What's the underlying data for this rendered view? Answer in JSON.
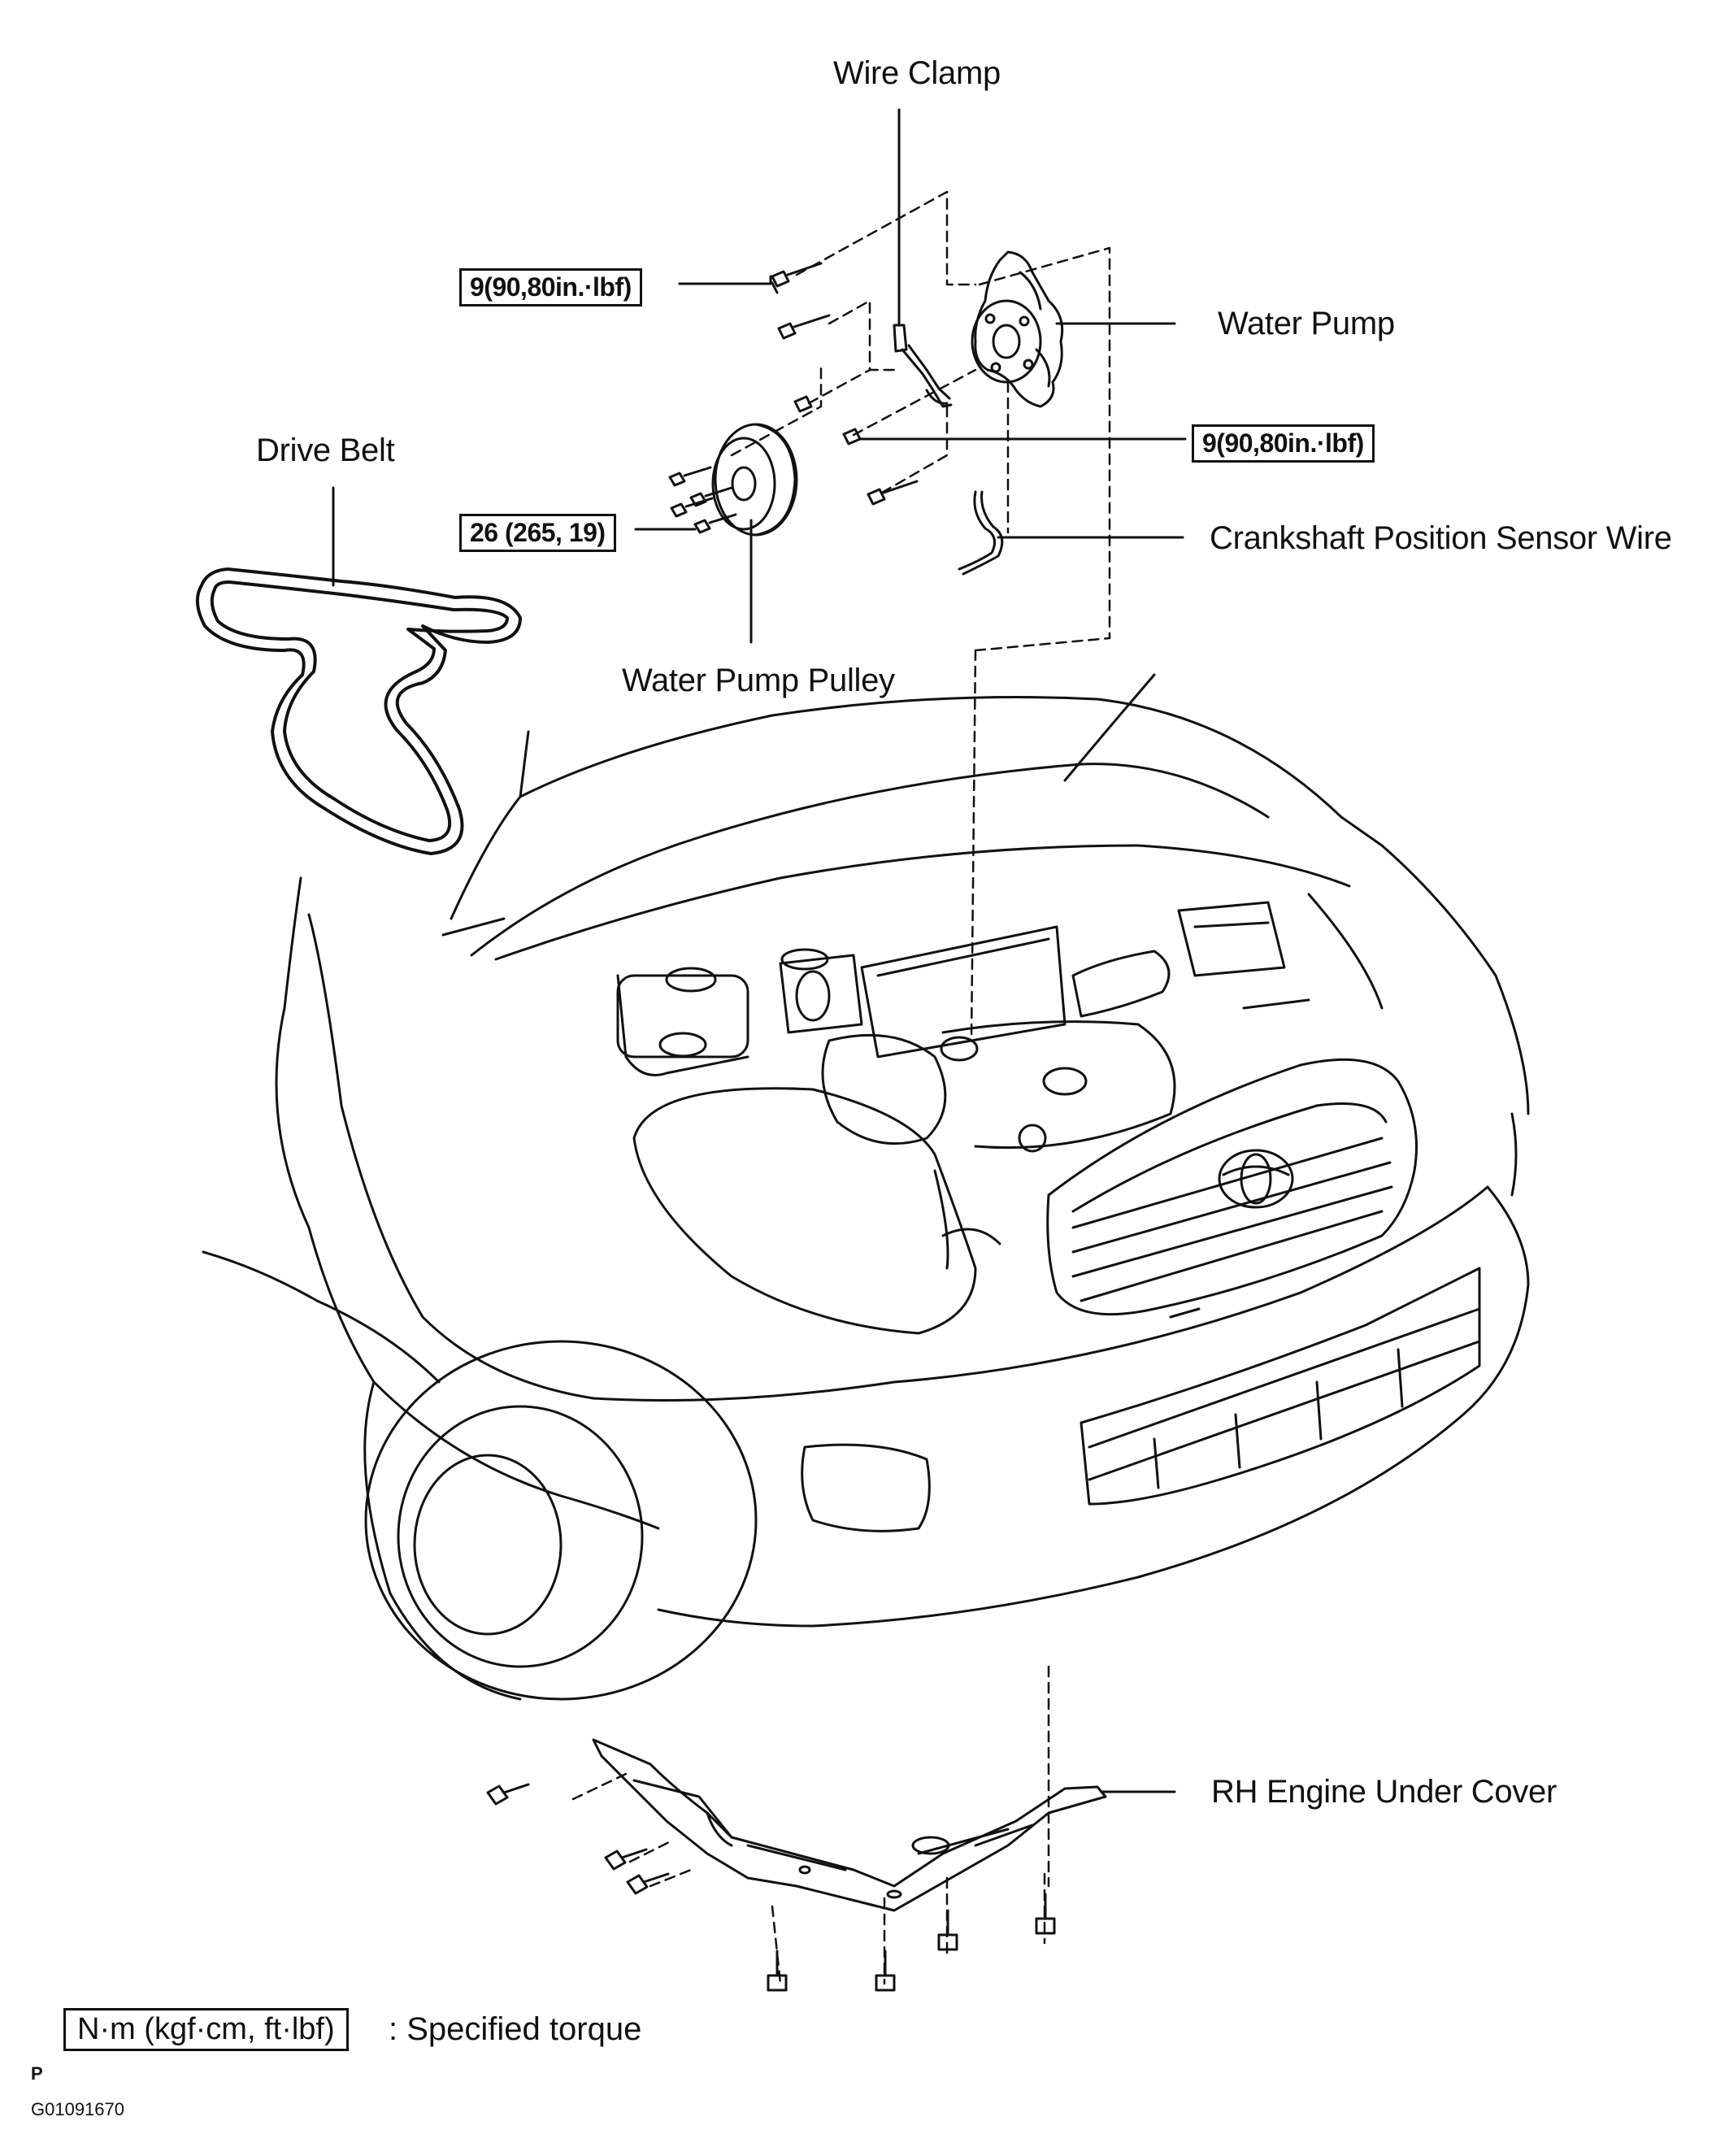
{
  "labels": {
    "wire_clamp": "Wire Clamp",
    "water_pump": "Water Pump",
    "drive_belt": "Drive Belt",
    "crankshaft_sensor_wire": "Crankshaft Position Sensor Wire",
    "water_pump_pulley": "Water Pump Pulley",
    "rh_engine_under_cover": "RH Engine Under Cover"
  },
  "torque_specs": {
    "upper_left": "9(90,80in.·lbf)",
    "right": "9(90,80in.·lbf)",
    "pulley": "26 (265, 19)"
  },
  "legend": {
    "box": "N·m (kgf·cm, ft·lbf)",
    "text": ": Specified torque"
  },
  "footer": {
    "page_marker": "P",
    "figure_code": "G01091670"
  }
}
